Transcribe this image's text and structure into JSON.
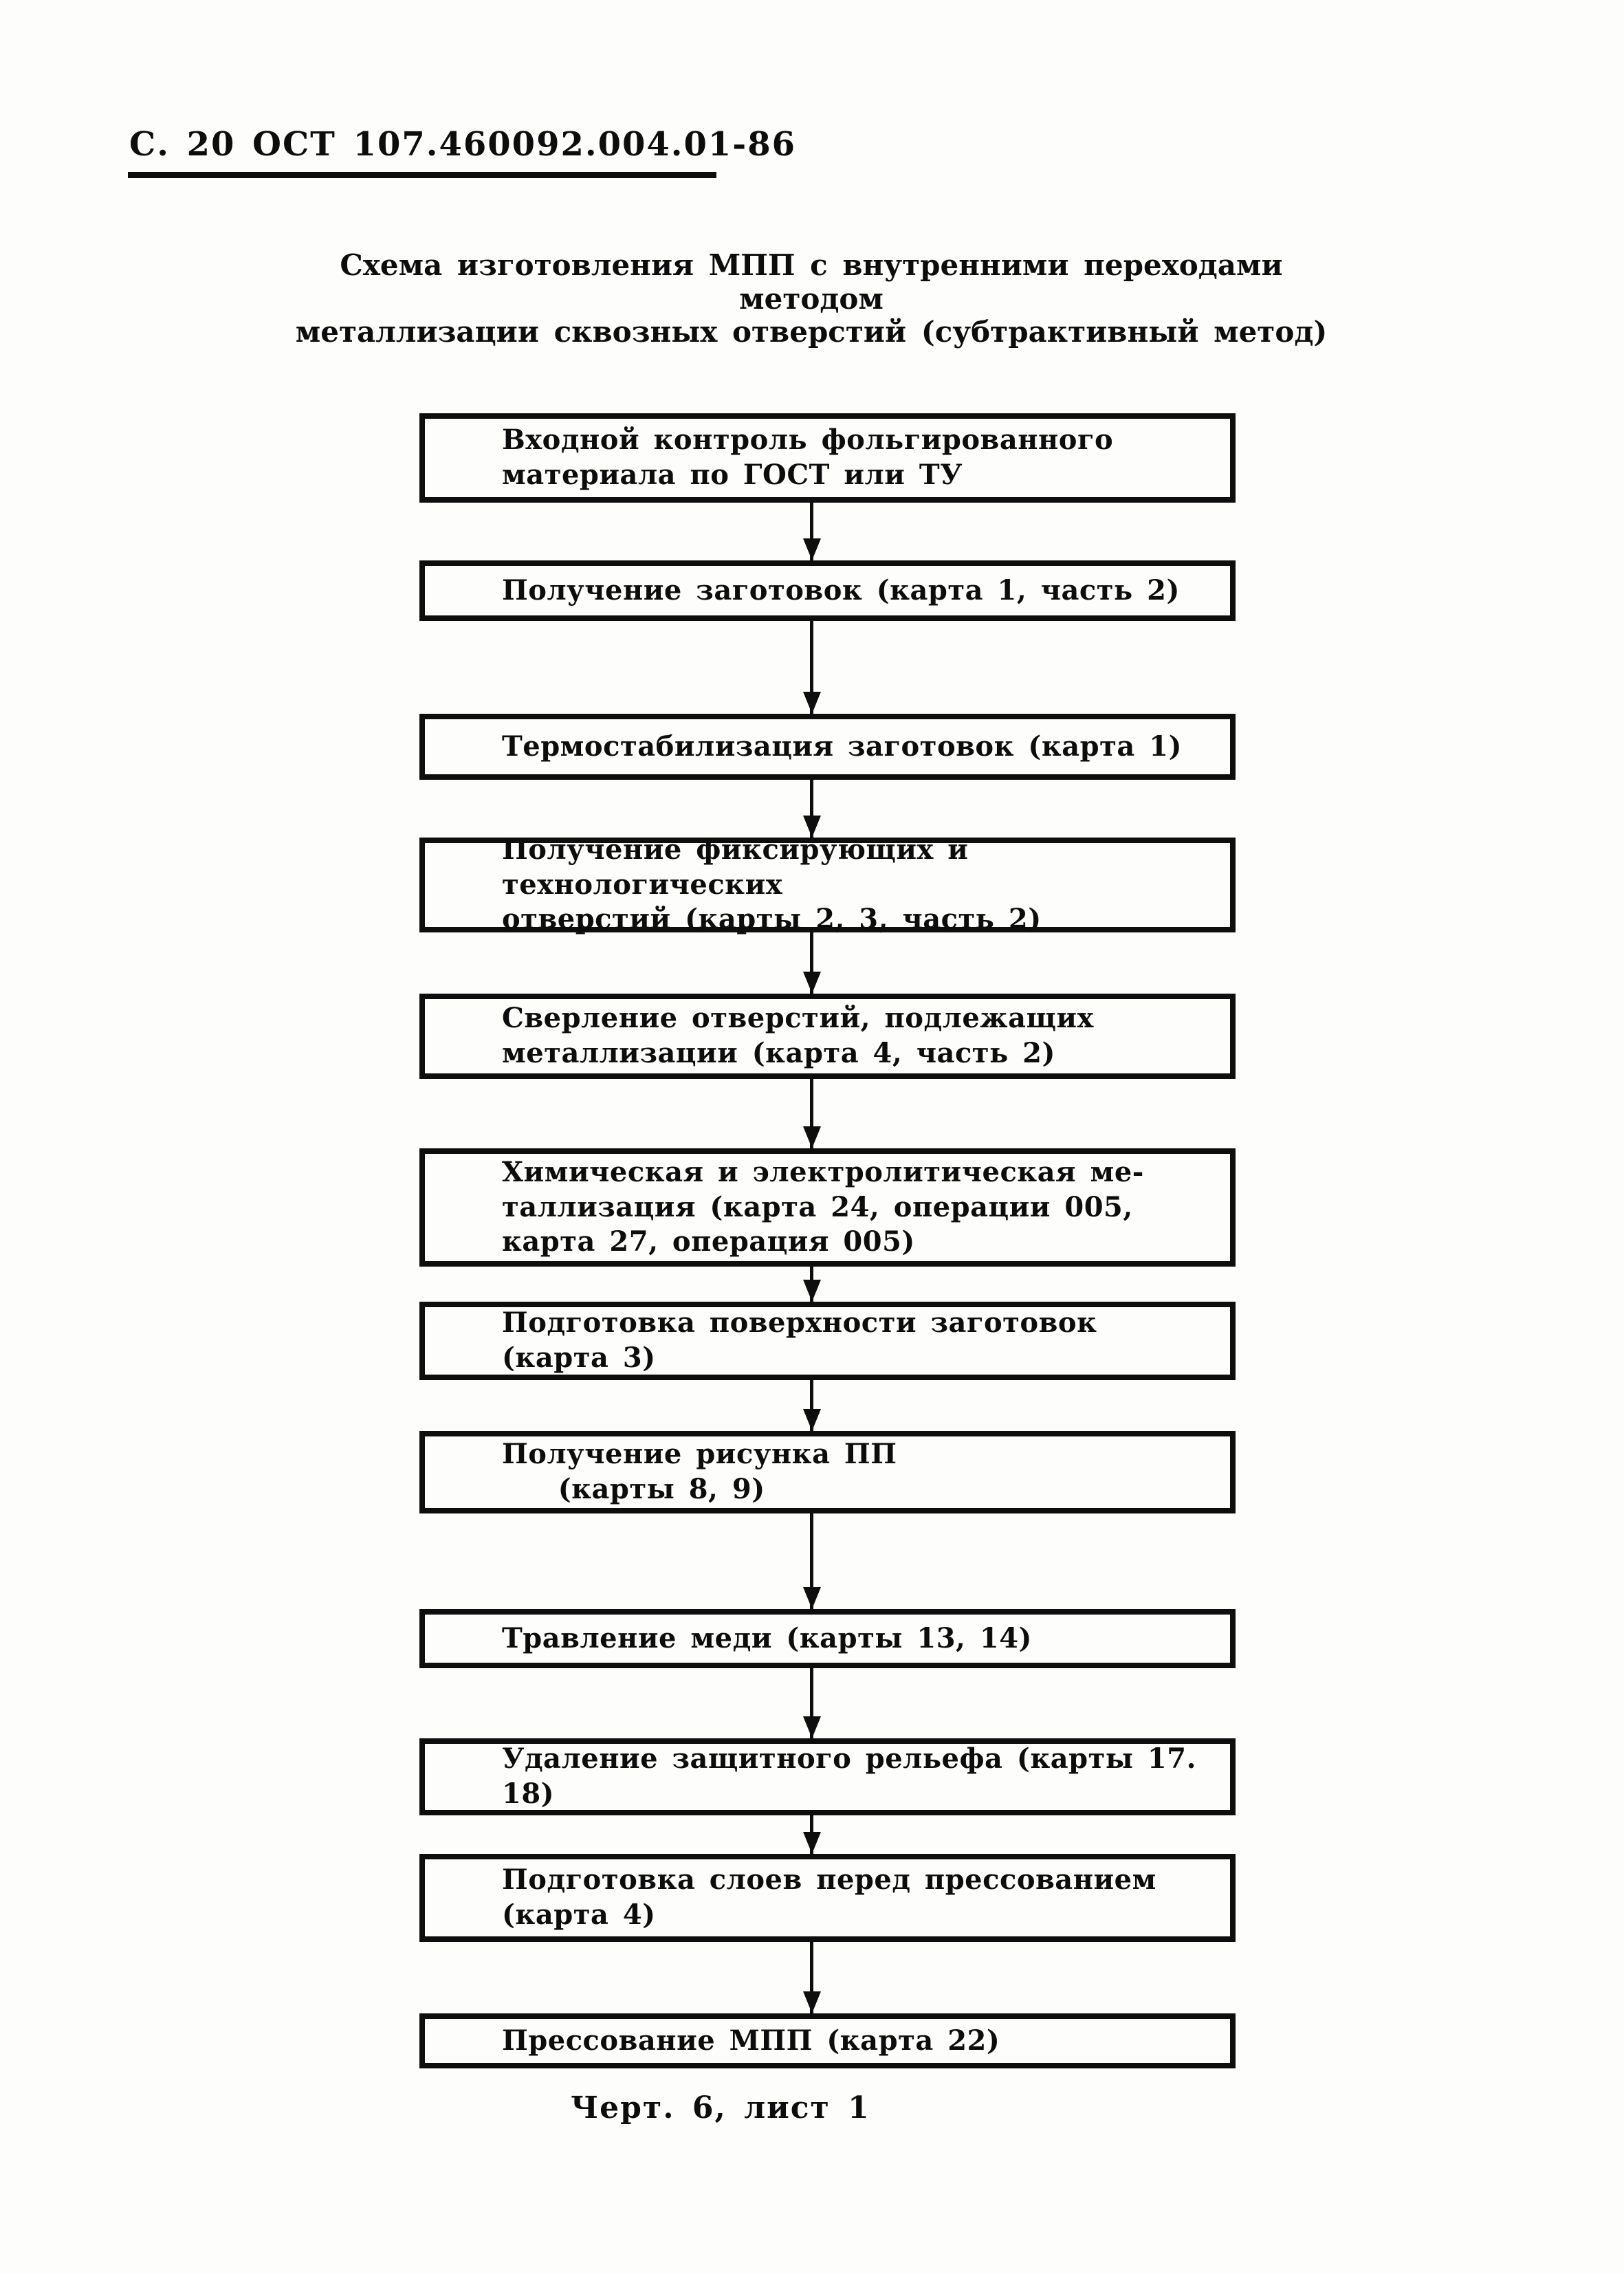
{
  "page": {
    "header": "С. 20 ОСТ 107.460092.004.01-86",
    "title": "Схема изготовления МПП с внутренними переходами методом\nметаллизации сквозных отверстий (субтрактивный метод)",
    "caption": "Черт. 6, лист 1"
  },
  "flowchart": {
    "steps": [
      "Входной контроль фольгированного\nматериала по ГОСТ или ТУ",
      "Получение заготовок (карта 1, часть 2)",
      "Термостабилизация заготовок (карта 1)",
      "Получение фиксирующих и технологических\nотверстий (карты 2, 3, часть 2)",
      "Сверление отверстий, подлежащих\nметаллизации (карта 4, часть 2)",
      "Химическая и электролитическая ме-\nталлизация (карта 24, операции 005,\nкарта 27, операция 005)",
      "Подготовка поверхности заготовок\n(карта 3)",
      "Получение рисунка ПП\n    (карты 8, 9)",
      "Травление меди (карты 13, 14)",
      "Удаление защитного рельефа (карты 17. 18)",
      "Подготовка слоев перед прессованием\n(карта 4)",
      "Прессование МПП (карта 22)"
    ]
  }
}
